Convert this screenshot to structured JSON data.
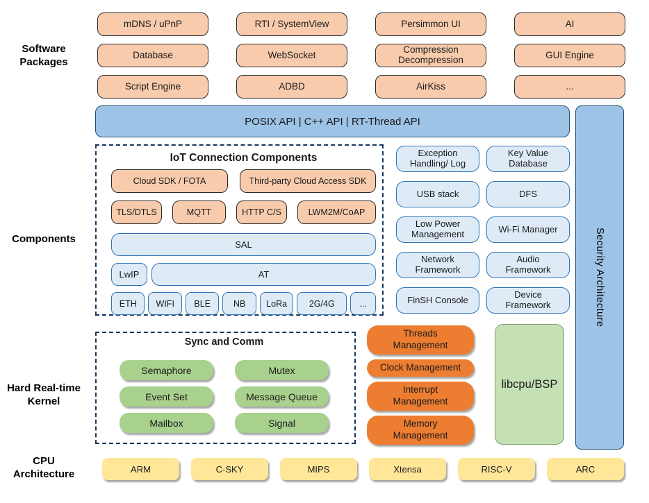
{
  "rail": {
    "software_packages": "Software\nPackages",
    "components": "Components",
    "kernel": "Hard Real-time\nKernel",
    "cpu": "CPU\nArchitecture"
  },
  "packages": [
    "mDNS / uPnP",
    "RTI / SystemView",
    "Persimmon UI",
    "AI",
    "Database",
    "WebSocket",
    "Compression\nDecompression",
    "GUI Engine",
    "Script Engine",
    "ADBD",
    "AirKiss",
    "..."
  ],
  "api_bar": "POSIX API  |  C++ API  |  RT-Thread API",
  "security_bar": "Security Architecture",
  "iot": {
    "title": "IoT Connection Components",
    "row1": [
      "Cloud SDK / FOTA",
      "Third-party Cloud Access SDK"
    ],
    "row2": [
      "TLS/DTLS",
      "MQTT",
      "HTTP C/S",
      "LWM2M/CoAP"
    ],
    "sal": "SAL",
    "lwip": "LwIP",
    "at": "AT",
    "links": [
      "ETH",
      "WIFI",
      "BLE",
      "NB",
      "LoRa",
      "2G/4G",
      "..."
    ]
  },
  "components_right": [
    "Exception\nHandling/ Log",
    "Key Value\nDatabase",
    "USB stack",
    "DFS",
    "Low Power\nManagement",
    "Wi-Fi Manager",
    "Network\nFramework",
    "Audio\nFramework",
    "FinSH Console",
    "Device\nFramework"
  ],
  "kernel": {
    "sync_title": "Sync and Comm",
    "sync_items": [
      "Semaphore",
      "Mutex",
      "Event Set",
      "Message Queue",
      "Mailbox",
      "Signal"
    ],
    "mgmt_items": [
      "Threads\nManagement",
      "Clock Management",
      "Interrupt\nManagement",
      "Memory\nManagement"
    ],
    "libcpu": "libcpu/BSP"
  },
  "cpu_archs": [
    "ARM",
    "C-SKY",
    "MIPS",
    "Xtensa",
    "RISC-V",
    "ARC"
  ],
  "colors": {
    "package_fill": "#F8CBAD",
    "package_border": "#2b2b2b",
    "api_bar_fill": "#9DC3E6",
    "api_bar_border": "#1F4E79",
    "component_fill": "#DEEBF7",
    "component_border": "#2E74B5",
    "dashed_border": "#17365D",
    "sync_pill_fill": "#A9D18E",
    "mgmt_pill_fill": "#ED7D31",
    "libcpu_fill": "#C5E0B4",
    "cpu_fill": "#FFE699",
    "background": "#FFFFFF"
  }
}
